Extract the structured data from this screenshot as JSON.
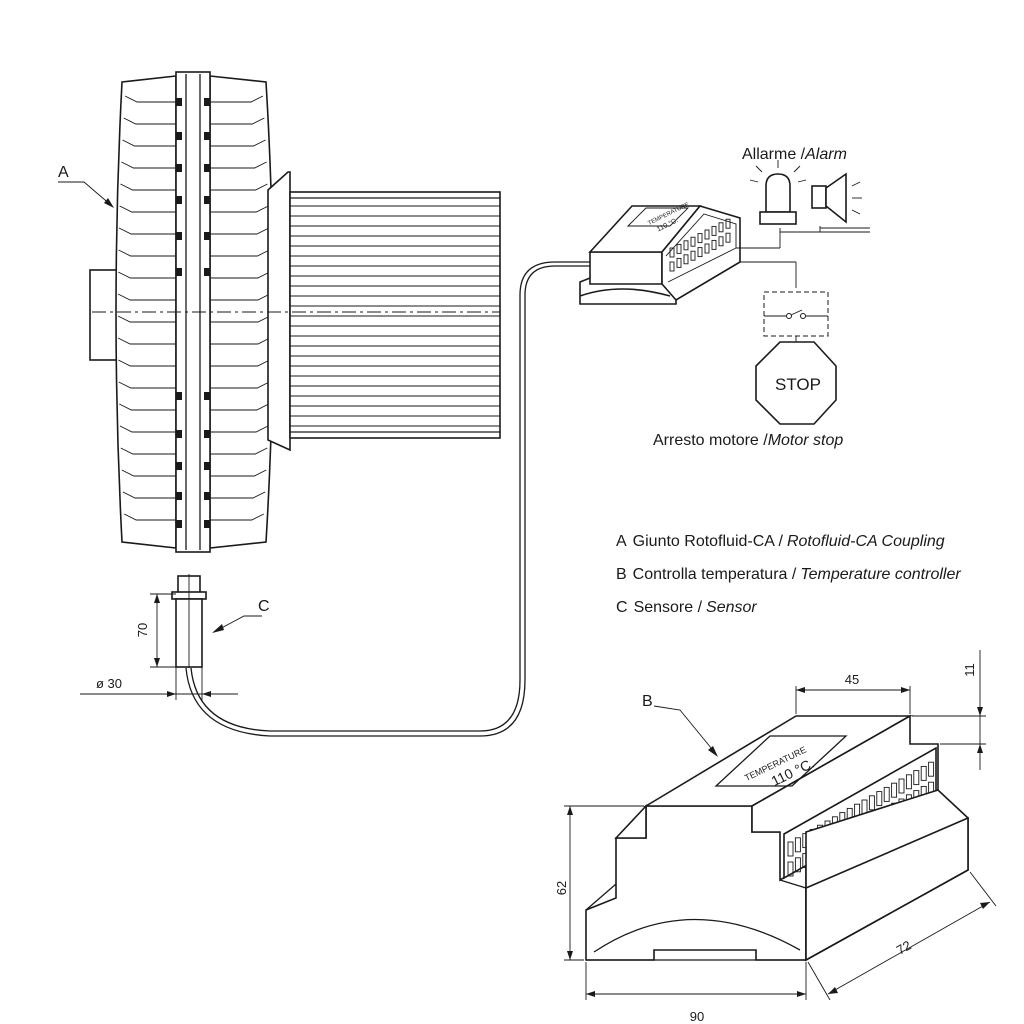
{
  "alarm": {
    "label": "Allarme /",
    "label_en": "Alarm"
  },
  "motor_stop": {
    "sign": "STOP",
    "label": "Arresto motore /",
    "label_en": "Motor stop"
  },
  "callouts": {
    "a": "A",
    "b": "B",
    "c": "C"
  },
  "legend": [
    {
      "key": "A",
      "it": "Giunto Rotofluid-CA /",
      "en": "Rotofluid-CA Coupling"
    },
    {
      "key": "B",
      "it": "Controlla temperatura /",
      "en": "Temperature controller"
    },
    {
      "key": "C",
      "it": "Sensore /",
      "en": "Sensor"
    }
  ],
  "controller_display": {
    "caption": "TEMPERATURE",
    "value": "110 °C."
  },
  "sensor_dims": {
    "height": "70",
    "diameter": "ø 30"
  },
  "controller_dims": {
    "width": "45",
    "step": "11",
    "height": "62",
    "depth": "72",
    "length": "90"
  }
}
